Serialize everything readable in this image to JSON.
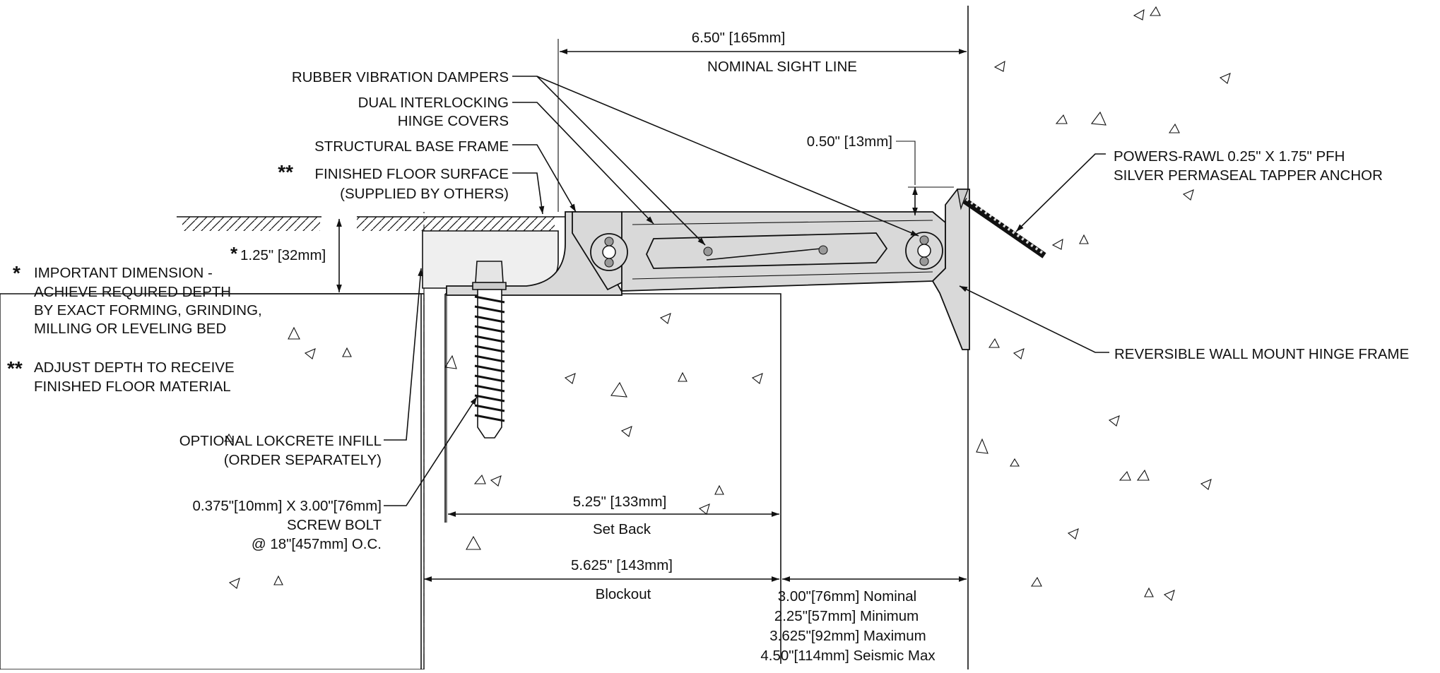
{
  "dims": {
    "sight_line_value": "6.50\" [165mm]",
    "sight_line_label": "NOMINAL SIGHT LINE",
    "top_offset": "0.50\" [13mm]",
    "depth_star": "*",
    "depth_value": "1.25\" [32mm]",
    "setback_value": "5.25\" [133mm]",
    "setback_label": "Set Back",
    "blockout_value": "5.625\" [143mm]",
    "blockout_label": "Blockout",
    "gap_nominal": "3.00\"[76mm] Nominal",
    "gap_minimum": "2.25\"[57mm] Minimum",
    "gap_maximum": "3.625\"[92mm] Maximum",
    "gap_seismic": "4.50\"[114mm] Seismic Max"
  },
  "callouts": {
    "dampers": "RUBBER VIBRATION DAMPERS",
    "hinge_covers_1": "DUAL INTERLOCKING",
    "hinge_covers_2": "HINGE COVERS",
    "base_frame": "STRUCTURAL BASE FRAME",
    "floor_stars": "**",
    "floor_1": "FINISHED FLOOR SURFACE",
    "floor_2": "(SUPPLIED BY OTHERS)",
    "anchor_1": "POWERS-RAWL 0.25\" X 1.75\" PFH",
    "anchor_2": "SILVER PERMASEAL TAPPER ANCHOR",
    "wall_mount": "REVERSIBLE WALL MOUNT HINGE FRAME",
    "infill_1": "OPTIONAL LOKCRETE INFILL",
    "infill_2": "(ORDER SEPARATELY)",
    "bolt_1": "0.375\"[10mm] X 3.00\"[76mm]",
    "bolt_2": "SCREW BOLT",
    "bolt_3": "@ 18\"[457mm] O.C."
  },
  "notes": {
    "note1_mark": "*",
    "note1_1": "IMPORTANT DIMENSION -",
    "note1_2": "ACHIEVE REQUIRED DEPTH",
    "note1_3": "BY EXACT FORMING, GRINDING,",
    "note1_4": "MILLING OR LEVELING BED",
    "note2_mark": "**",
    "note2_1": "ADJUST DEPTH TO RECEIVE",
    "note2_2": "FINISHED FLOOR MATERIAL"
  }
}
